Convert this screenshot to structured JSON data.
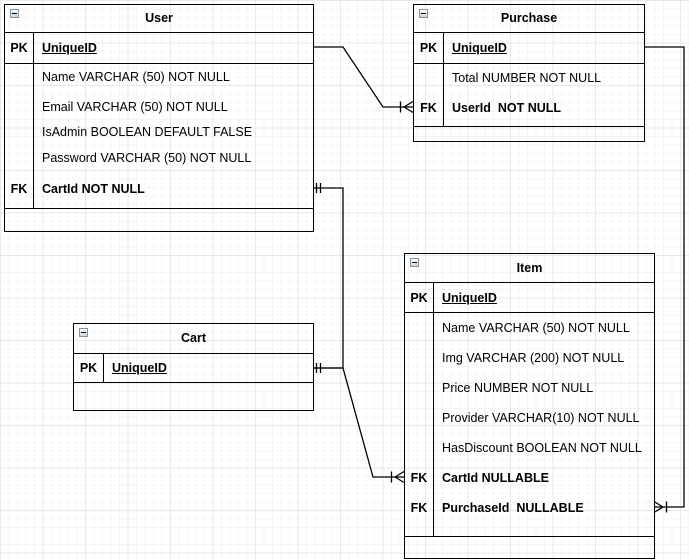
{
  "diagram": {
    "entities": {
      "user": {
        "title": "User",
        "pk": {
          "key": "PK",
          "name": "UniqueID"
        },
        "attributes": [
          "Name VARCHAR (50) NOT NULL",
          "Email VARCHAR (50) NOT NULL",
          "IsAdmin BOOLEAN DEFAULT FALSE",
          "Password VARCHAR (50) NOT NULL"
        ],
        "fks": [
          {
            "key": "FK",
            "name": "CartId NOT NULL"
          }
        ]
      },
      "purchase": {
        "title": "Purchase",
        "pk": {
          "key": "PK",
          "name": "UniqueID"
        },
        "attributes": [
          "Total NUMBER NOT NULL"
        ],
        "fks": [
          {
            "key": "FK",
            "name": "UserId  NOT NULL"
          }
        ]
      },
      "cart": {
        "title": "Cart",
        "pk": {
          "key": "PK",
          "name": "UniqueID"
        },
        "attributes": [],
        "fks": []
      },
      "item": {
        "title": "Item",
        "pk": {
          "key": "PK",
          "name": "UniqueID"
        },
        "attributes": [
          "Name VARCHAR (50) NOT NULL",
          "Img VARCHAR (200) NOT NULL",
          "Price NUMBER NOT NULL",
          "Provider VARCHAR(10) NOT NULL",
          "HasDiscount BOOLEAN NOT NULL"
        ],
        "fks": [
          {
            "key": "FK",
            "name": "CartId NULLABLE"
          },
          {
            "key": "FK",
            "name": "PurchaseId  NULLABLE"
          }
        ]
      }
    },
    "relations": [
      {
        "from": "User.UniqueID",
        "to": "Purchase.UserId",
        "from_end": "plain",
        "to_end": "crow-foot-many"
      },
      {
        "from": "Purchase.UniqueID",
        "to": "Item.PurchaseId",
        "from_end": "plain",
        "to_end": "crow-foot-many"
      },
      {
        "from": "User.CartId",
        "to": "Cart.UniqueID",
        "from_end": "exactly-one",
        "to_end": "exactly-one"
      },
      {
        "from": "Cart.UniqueID",
        "to": "Item.CartId",
        "from_end": "exactly-one",
        "to_end": "crow-foot-many"
      }
    ],
    "colors": {
      "line": "#000000",
      "text": "#000000",
      "background": "#ffffff",
      "grid_minor": "#f5f5f5",
      "grid_major": "#e8e8e8"
    }
  }
}
